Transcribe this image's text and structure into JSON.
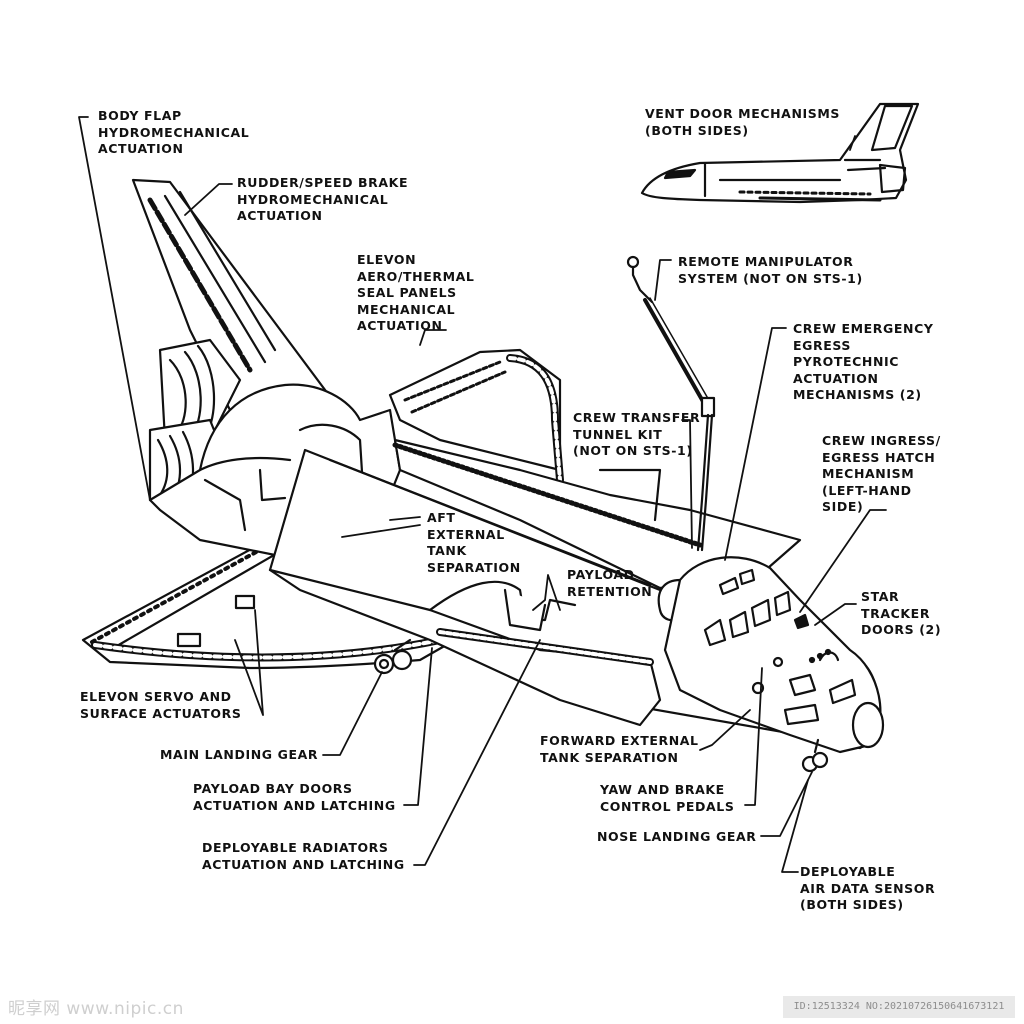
{
  "labels": {
    "body_flap": [
      "BODY FLAP",
      "HYDROMECHANICAL",
      "ACTUATION"
    ],
    "rudder": [
      "RUDDER/SPEED BRAKE",
      "HYDROMECHANICAL",
      "ACTUATION"
    ],
    "vent_door": [
      "VENT DOOR MECHANISMS",
      "(BOTH SIDES)"
    ],
    "elevon_seal": [
      "ELEVON",
      "AERO/THERMAL",
      "SEAL PANELS",
      "MECHANICAL",
      "ACTUATION"
    ],
    "rms": [
      "REMOTE MANIPULATOR",
      "SYSTEM (NOT ON STS-1)"
    ],
    "crew_emergency": [
      "CREW EMERGENCY",
      "EGRESS",
      "PYROTECHNIC",
      "ACTUATION",
      "MECHANISMS (2)"
    ],
    "crew_transfer": [
      "CREW TRANSFER",
      "TUNNEL KIT",
      "(NOT ON STS-1)"
    ],
    "crew_ingress": [
      "CREW INGRESS/",
      "EGRESS HATCH",
      "MECHANISM",
      "(LEFT-HAND",
      "SIDE)"
    ],
    "aft_tank": [
      "AFT",
      "EXTERNAL",
      "TANK",
      "SEPARATION"
    ],
    "payload_retention": [
      "PAYLOAD",
      "RETENTION"
    ],
    "star_tracker": [
      "STAR",
      "TRACKER",
      "DOORS (2)"
    ],
    "elevon_servo": [
      "ELEVON SERVO AND",
      "SURFACE ACTUATORS"
    ],
    "main_gear": [
      "MAIN LANDING GEAR"
    ],
    "payload_doors": [
      "PAYLOAD BAY DOORS",
      "ACTUATION AND LATCHING"
    ],
    "radiators": [
      "DEPLOYABLE RADIATORS",
      "ACTUATION AND LATCHING"
    ],
    "fwd_tank": [
      "FORWARD EXTERNAL",
      "TANK SEPARATION"
    ],
    "pedals": [
      "YAW AND BRAKE",
      "CONTROL PEDALS"
    ],
    "nose_gear": [
      "NOSE LANDING GEAR"
    ],
    "air_data": [
      "DEPLOYABLE",
      "AIR DATA SENSOR",
      "(BOTH SIDES)"
    ]
  },
  "watermark": {
    "site": "昵享网 www.nipic.cn",
    "id": "ID:12513324 NO:20210726150641673121"
  },
  "colors": {
    "ink": "#111111",
    "paper": "#ffffff"
  }
}
